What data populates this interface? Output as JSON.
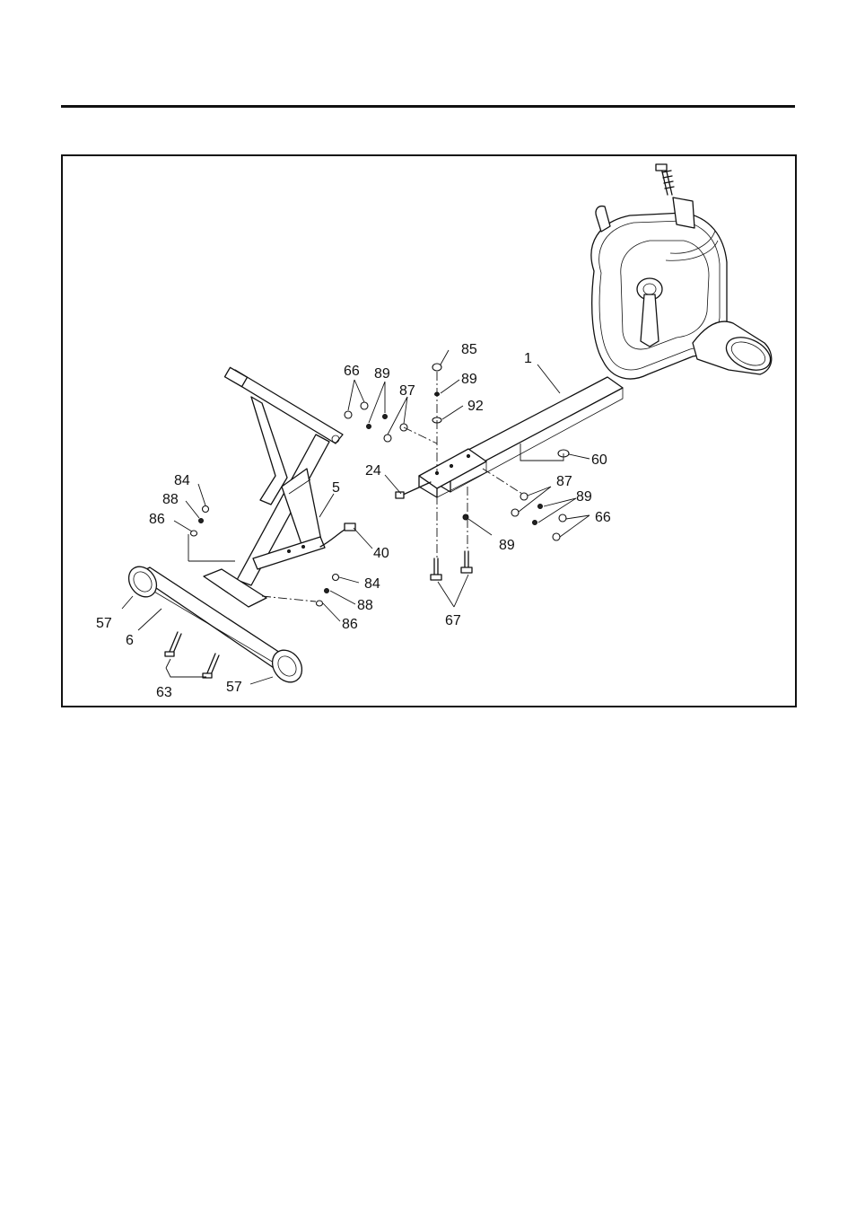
{
  "diagram": {
    "labels": {
      "l1": "1",
      "l5": "5",
      "l6": "6",
      "l24": "24",
      "l40": "40",
      "l57a": "57",
      "l57b": "57",
      "l60": "60",
      "l63": "63",
      "l66a": "66",
      "l66b": "66",
      "l67": "67",
      "l84a": "84",
      "l84b": "84",
      "l85": "85",
      "l86a": "86",
      "l86b": "86",
      "l87a": "87",
      "l87b": "87",
      "l88a": "88",
      "l88b": "88",
      "l89a": "89",
      "l89b": "89",
      "l89c": "89",
      "l89d": "89",
      "l92": "92"
    }
  }
}
